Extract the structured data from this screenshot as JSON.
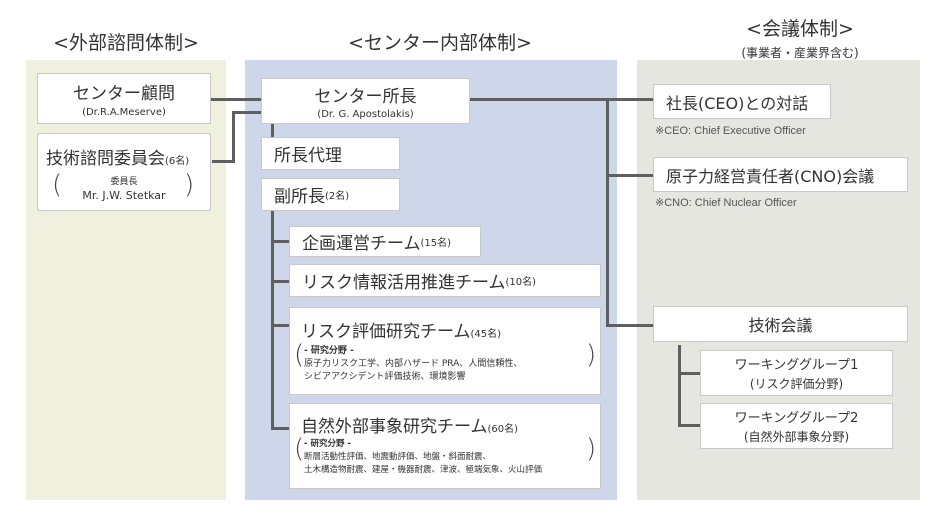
{
  "headers": {
    "external": "<外部諮問体制>",
    "internal": "<センター内部体制>",
    "meeting": "<会議体制>",
    "meeting_sub": "(事業者・産業界含む)"
  },
  "external": {
    "advisor": {
      "title": "センター顧問",
      "name": "(Dr.R.A.Meserve)"
    },
    "committee": {
      "title": "技術諮問委員会",
      "count": "(6名)",
      "role": "委員長",
      "name": "Mr. J.W. Stetkar"
    }
  },
  "internal": {
    "director": {
      "title": "センター所長",
      "name": "(Dr. G. Apostolakis)"
    },
    "acting": {
      "title": "所長代理"
    },
    "deputy": {
      "title": "副所長",
      "count": "(2名)"
    },
    "teams": [
      {
        "title": "企画運営チーム",
        "count": "(15名)"
      },
      {
        "title": "リスク情報活用推進チーム",
        "count": "(10名)"
      },
      {
        "title": "リスク評価研究チーム",
        "count": "(45名)",
        "field_label": "- 研究分野 -",
        "fields": [
          "原子力リスク工学、内部ハザード PRA、人間信頼性、",
          "シビアアクシデント評価技術、環境影響"
        ]
      },
      {
        "title": "自然外部事象研究チーム",
        "count": "(60名)",
        "field_label": "- 研究分野 -",
        "fields": [
          "断層活動性評価、地震動評価、地盤・斜面耐震、",
          "土木構造物耐震、建屋・機器耐震、津波、極端気象、火山評価"
        ]
      }
    ]
  },
  "meetings": {
    "ceo": {
      "title": "社長(CEO)との対話",
      "note": "※CEO: Chief Executive Officer"
    },
    "cno": {
      "title": "原子力経営責任者(CNO)会議",
      "note": "※CNO: Chief Nuclear Officer"
    },
    "tech": {
      "title": "技術会議"
    },
    "wg1": {
      "title": "ワーキンググループ1",
      "sub": "(リスク評価分野)"
    },
    "wg2": {
      "title": "ワーキンググループ2",
      "sub": "(自然外部事象分野)"
    }
  },
  "colors": {
    "external_bg": "#eff1de",
    "internal_bg": "#ced6ea",
    "meeting_bg": "#e4e6df",
    "line": "#5f5f5f"
  }
}
